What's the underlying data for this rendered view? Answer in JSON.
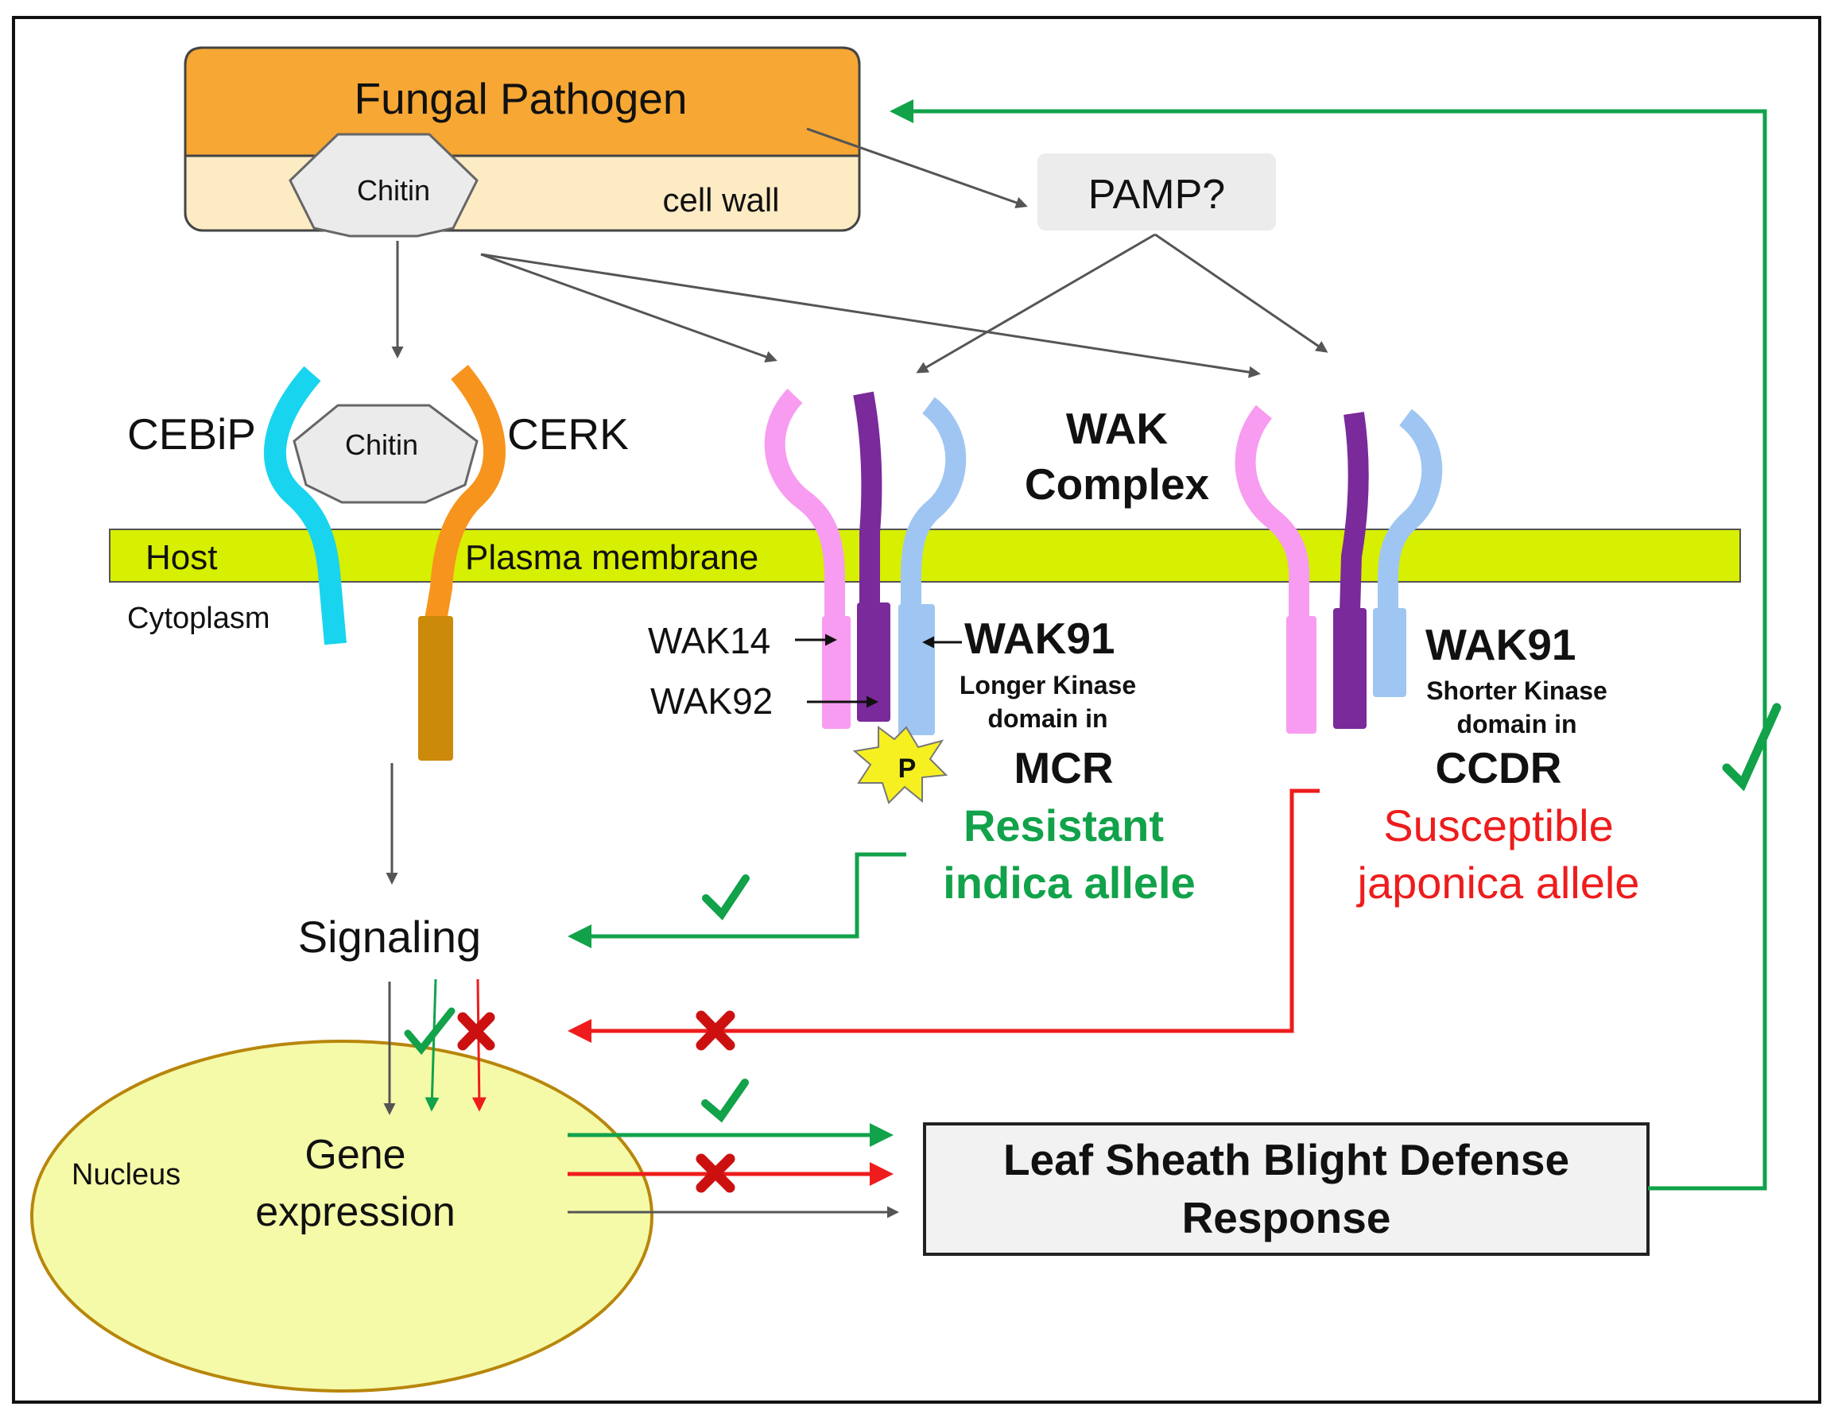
{
  "pathogen": {
    "title": "Fungal Pathogen",
    "cell_wall": "cell wall",
    "chitin": "Chitin"
  },
  "pamp": "PAMP?",
  "receptors": {
    "cebip": "CEBiP",
    "cerk": "CERK",
    "chitin_bound": "Chitin"
  },
  "membrane": {
    "host": "Host",
    "label": "Plasma membrane",
    "cytoplasm": "Cytoplasm"
  },
  "wak_complex": {
    "line1": "WAK",
    "line2": "Complex"
  },
  "mcr": {
    "wak14": "WAK14",
    "wak92": "WAK92",
    "wak91": "WAK91",
    "kinase_line1": "Longer Kinase",
    "kinase_line2": "domain in",
    "name": "MCR",
    "allele_line1": "Resistant",
    "allele_line2": "indica allele",
    "phospho": "P"
  },
  "ccdr": {
    "wak91": "WAK91",
    "kinase_line1": "Shorter Kinase",
    "kinase_line2": "domain in",
    "name": "CCDR",
    "allele_line1": "Susceptible",
    "allele_line2": "japonica allele"
  },
  "signaling": "Signaling",
  "nucleus": {
    "label": "Nucleus",
    "gene_line1": "Gene",
    "gene_line2": "expression"
  },
  "defense": {
    "line1": "Leaf Sheath Blight Defense",
    "line2": "Response"
  },
  "colors": {
    "pathogen_fill": "#f7a734",
    "cell_wall_fill": "#fdebc4",
    "membrane_fill": "#d7ef00",
    "nucleus_fill": "#f5faa8",
    "cebip": "#19d4ee",
    "cerk": "#f7941d",
    "cerk_kinase": "#cc8a0a",
    "wak14": "#f79cf0",
    "wak92": "#7a2a9a",
    "wak91": "#9fc6f2",
    "resistant_green": "#11a24a",
    "susceptible_red": "#ee1c1c",
    "arrow_gray": "#555555"
  }
}
